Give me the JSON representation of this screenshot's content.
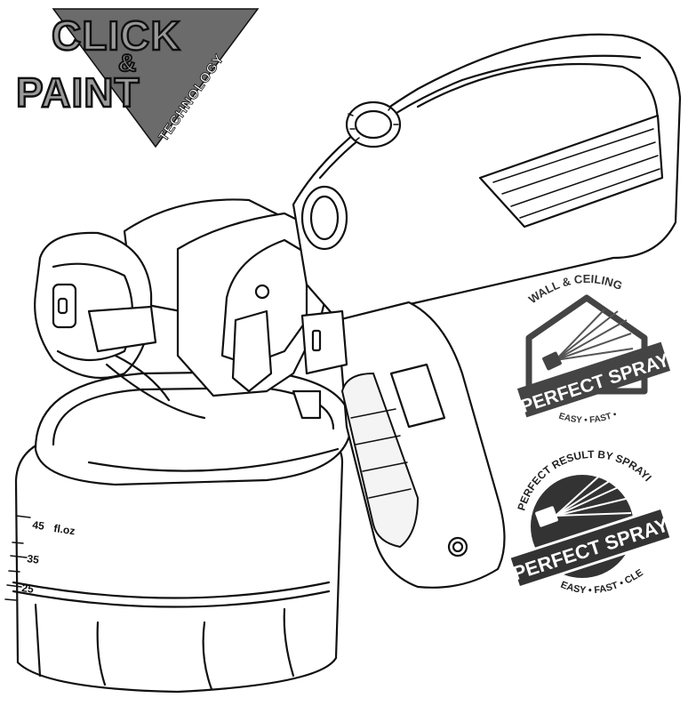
{
  "logo_click": {
    "word1": "CLICK",
    "amp": "&",
    "word2": "PAINT",
    "tech": "TECHNOLOGY",
    "colors": {
      "triangle": "#6b6b6b",
      "letters": "#9a9a9a",
      "outline": "#111111"
    }
  },
  "badge_wall": {
    "arc": "WALL & CEILING",
    "title": "PERFECT SPRAY",
    "tagline": "EASY • FAST • CLEAN",
    "colors": {
      "dark": "#444444",
      "banner_text": "#ffffff"
    }
  },
  "badge_round": {
    "arc": "PERFECT RESULT BY SPRAYING !",
    "title": "PERFECT SPRAY",
    "tagline": "EASY • FAST • CLEAN",
    "colors": {
      "dark": "#333333",
      "banner_text": "#ffffff"
    }
  },
  "container_marks": {
    "top": "45",
    "unit": "fl.oz",
    "mid": "35",
    "low": "25"
  }
}
